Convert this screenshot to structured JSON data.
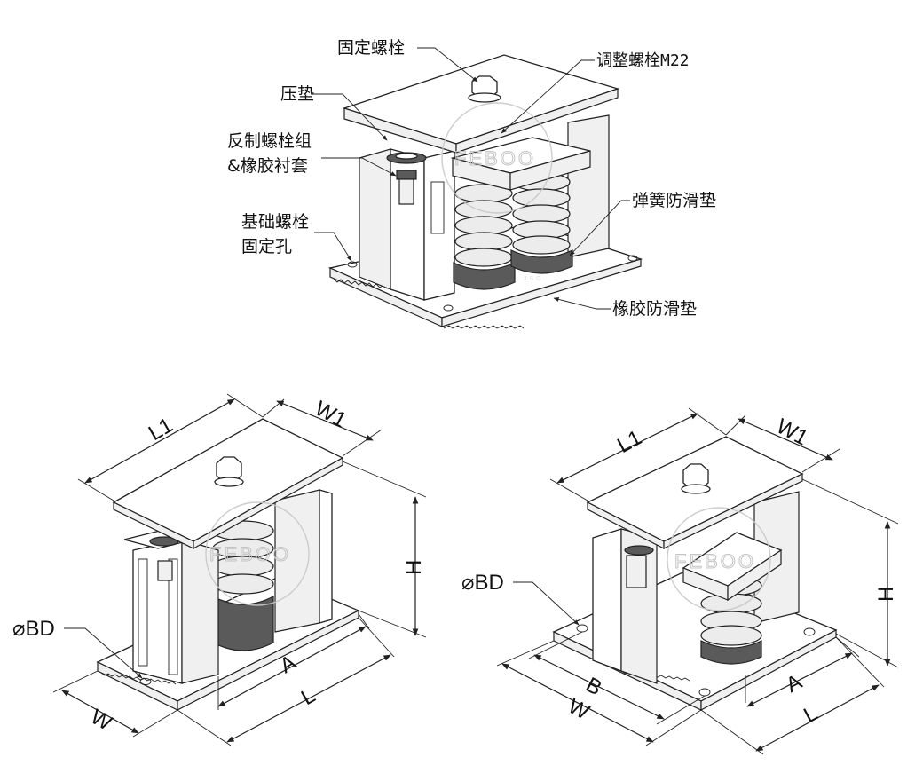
{
  "callouts": {
    "fixing_bolt": "固定螺栓",
    "adjust_bolt": "调整螺栓M22",
    "press_pad": "压垫",
    "restraint_bolt_line1": "反制螺栓组",
    "restraint_bolt_line2": "&橡胶衬套",
    "anchor_hole_line1": "基础螺栓",
    "anchor_hole_line2": "固定孔",
    "spring_pad": "弹簧防滑垫",
    "rubber_pad": "橡胶防滑垫"
  },
  "left_view": {
    "dim_L1": "L1",
    "dim_W1": "W1",
    "dim_H": "H",
    "dim_A": "A",
    "dim_L": "L",
    "dim_W": "W",
    "hole": "⌀BD"
  },
  "right_view": {
    "dim_L1": "L1",
    "dim_W1": "W1",
    "dim_H": "H",
    "dim_A": "A",
    "dim_L": "L",
    "dim_B": "B",
    "dim_W": "W",
    "hole": "⌀BD"
  },
  "watermark": "FEBOO",
  "pad_mark": "JSG"
}
